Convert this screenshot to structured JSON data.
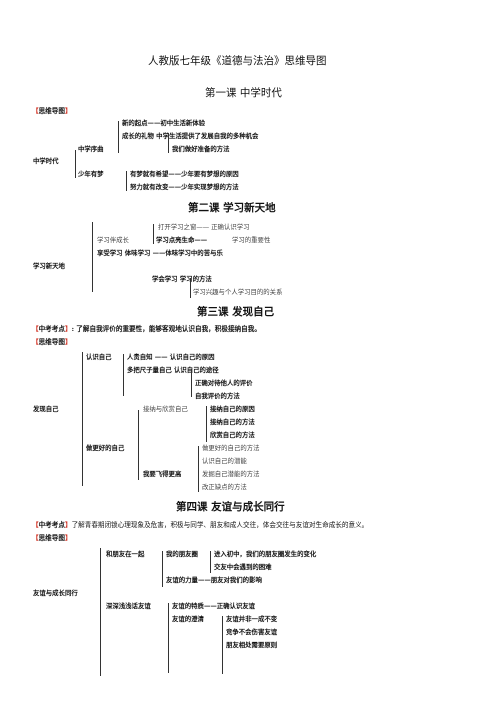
{
  "title": "人教版七年级《道德与法治》思维导图",
  "lesson1": {
    "heading": "第一课 中学时代",
    "tag_open": "【",
    "tag_text": "思维导图",
    "tag_close": "】",
    "root": "中学时代",
    "branch_a": "中学序曲",
    "branch_a_1": "新的起点——初中生活新体验",
    "branch_a_2": "成长的礼物 中学生活提供了发展自我的多种机会",
    "branch_a_3": "我们做好准备的方法",
    "branch_b": "少年有梦",
    "branch_b_1": "有梦就有希望——少年要有梦想的原因",
    "branch_b_2": "努力就有改变——少年实现梦想的方法"
  },
  "lesson2": {
    "heading": "第二课 学习新天地",
    "root": "学习新天地",
    "r1": "打开学习之窗—— 正确认识学习",
    "r2a": "学习伴成长",
    "r2b": "学习点亮生命——",
    "r2c": "学习的重要性",
    "r3": "享受学习 体味学习 ——体味学习中的苦与乐",
    "r4": "学会学习 学习的方法",
    "r5": "学习兴趣与个人学习目的的关系"
  },
  "lesson3": {
    "heading": "第三课 发现自己",
    "exam_open": "【",
    "exam_label": "中考考点",
    "exam_close": "】",
    "exam_text": ": 了解自我评价的重要性，能够客观地认识自我，积极接纳自我。",
    "tag_open": "【",
    "tag_text": "思维导图",
    "tag_close": "】",
    "root": "发现自己",
    "branch_a": "认识自己",
    "a1": "人贵自知 —— 认识自己的原因",
    "a2": "多把尺子量自己 认识自己的途径",
    "a3": "正确对待他人的评价",
    "a4": "自我评价的方法",
    "branch_b": "做更好的自己",
    "b1": "接纳与欣赏自己",
    "b1a": "接纳自己的原因",
    "b1b": "接纳自己的方法",
    "b1c": "欣赏自己的方法",
    "b2": "我要飞得更高",
    "b2a": "做更好的自己的方法",
    "b2b": "认识自己的潜能",
    "b2c": "发掘自己潜能的方法",
    "b2d": "改正缺点的方法"
  },
  "lesson4": {
    "heading": "第四课 友谊与成长同行",
    "exam_open": "【",
    "exam_label": "中考考点",
    "exam_close": "】",
    "exam_text": "了解青春期闭锁心理现象及危害，积极与同学、朋友和成人交往，体会交往与友谊对生命成长的意义。",
    "tag_open": "【",
    "tag_text": "思维导图",
    "tag_close": "】",
    "root": "友谊与成长同行",
    "branch_a": "和朋友在一起",
    "a1": "我的朋友圈",
    "a1a": "进入初中，我们的朋友圈发生的变化",
    "a1b": "交友中会遇到的困难",
    "a2": "友谊的力量——朋友对我们的影响",
    "branch_b": "深深浅浅话友谊",
    "b1": "友谊的特质——正确认识友谊",
    "b2": "友谊的澄清",
    "b2a": "友谊并非一成不变",
    "b2b": "竞争不会伤害友谊",
    "b2c": "朋友相处需要原则"
  }
}
